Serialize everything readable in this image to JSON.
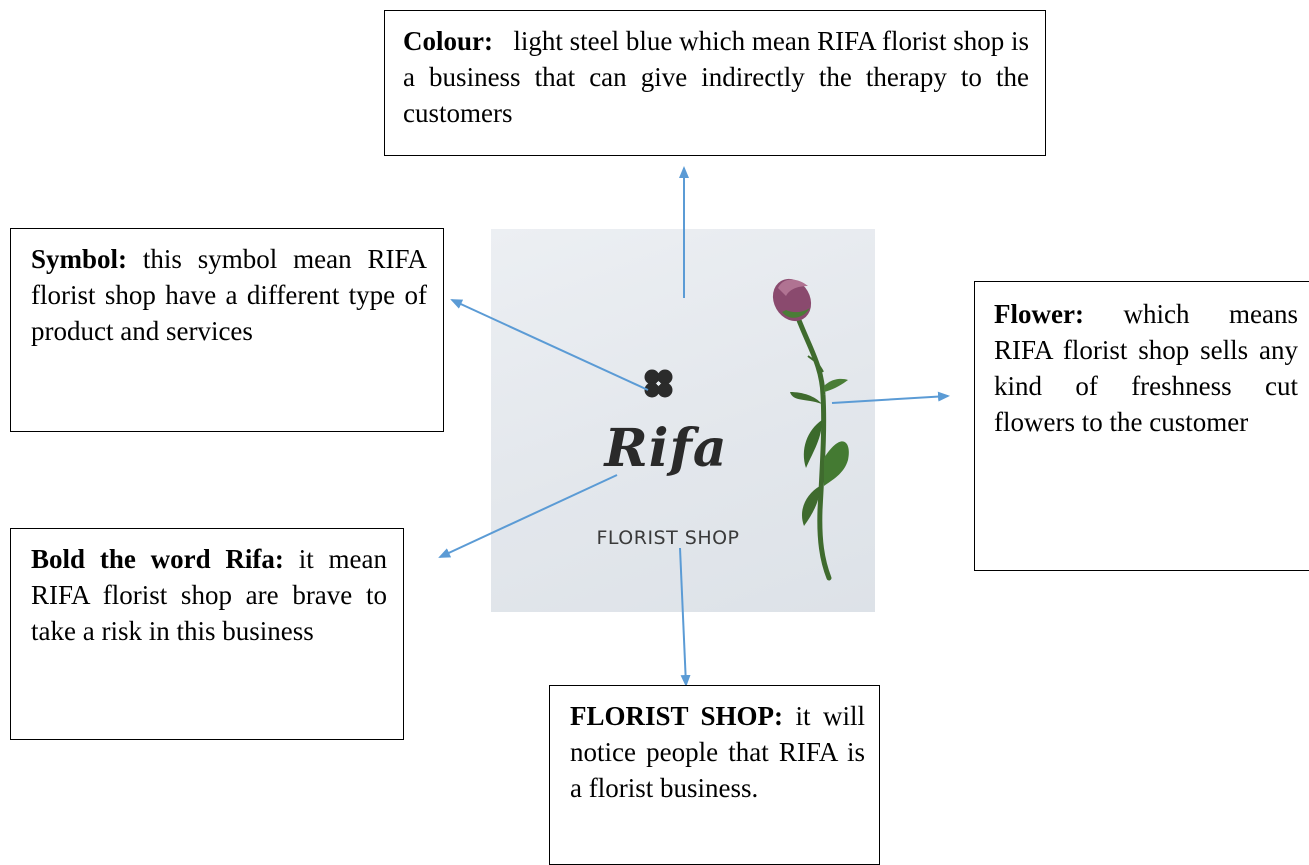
{
  "logo": {
    "word": "Rifa",
    "tagline": "FLORIST SHOP"
  },
  "boxes": {
    "colour": {
      "label": "Colour:",
      "text": "light steel blue which mean RIFA florist shop is a business that can give indirectly the therapy to the customers"
    },
    "symbol": {
      "label": "Symbol:",
      "text": "this symbol mean RIFA florist shop have a different type of product and services"
    },
    "flower": {
      "label": "Flower:",
      "text": "which means RIFA florist shop sells any kind of freshness cut flowers to the customer"
    },
    "rifa": {
      "label": "Bold the word Rifa:",
      "text": "it mean RIFA florist shop are brave to take a risk in this business"
    },
    "florist": {
      "label": "FLORIST SHOP:",
      "text": "it will notice people that RIFA is a florist business."
    }
  },
  "colors": {
    "arrow": "#5b9bd5",
    "card_background": "#e3e7ec",
    "flower_head": "#8a4a6e",
    "stem": "#3f6b2e"
  }
}
